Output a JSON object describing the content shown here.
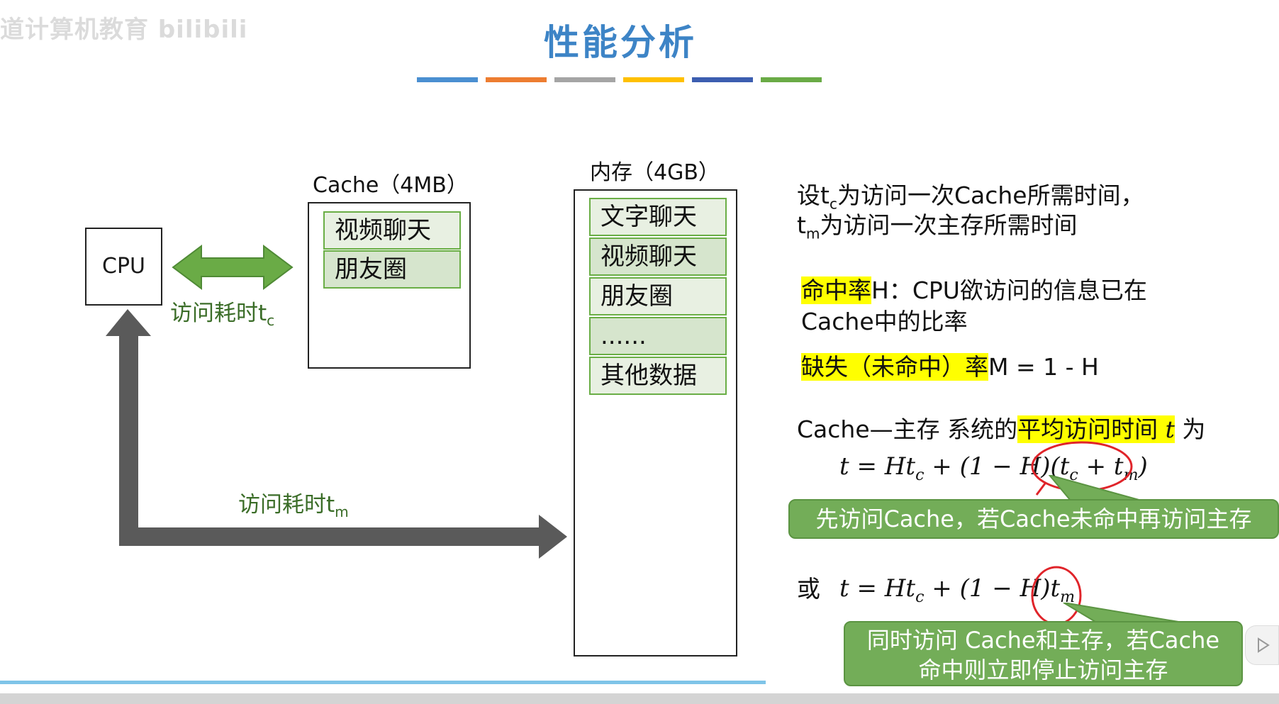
{
  "watermark": "道计算机教育 bilibili",
  "title": "性能分析",
  "stripe_colors": [
    "#4a8fd1",
    "#ed7d31",
    "#a5a5a5",
    "#ffc000",
    "#3c5eb0",
    "#6aab46"
  ],
  "cpu": {
    "label": "CPU"
  },
  "cache": {
    "title": "Cache（4MB）",
    "items": [
      "视频聊天",
      "朋友圈"
    ]
  },
  "memory": {
    "title": "内存（4GB）",
    "items": [
      "文字聊天",
      "视频聊天",
      "朋友圈",
      "......",
      "其他数据"
    ]
  },
  "arrows": {
    "cache_time_label": "访问耗时",
    "cache_time_sub": "c",
    "mem_time_label": "访问耗时",
    "mem_time_sub": "m",
    "green_color": "#6aab46",
    "gray_color": "#5a5a5a"
  },
  "notes": {
    "set_prefix": "设t",
    "set_sub_c": "c",
    "set_line1": "为访问一次Cache所需时间，",
    "set_line2_prefix": "t",
    "set_sub_m": "m",
    "set_line2": "为访问一次主存所需时间",
    "hit_term": "命中率",
    "hit_def_1": "H：CPU欲访问的信息已在",
    "hit_def_2": "Cache中的比率",
    "miss_term": "缺失（未命中）率",
    "miss_def": "M = 1 - H",
    "avg_prefix": "Cache—主存 系统的",
    "avg_term": "平均访问时间",
    "avg_var": "t",
    "avg_suffix": "为",
    "formula1": "t = Htc + (1 − H)(tc + tm)",
    "callout1": "先访问Cache，若Cache未命中再访问主存",
    "or_word": "或",
    "formula2": "t = Htc + (1 − H)tm",
    "callout2_line1": "同时访问 Cache和主存，若Cache",
    "callout2_line2": "命中则立即停止访问主存"
  }
}
